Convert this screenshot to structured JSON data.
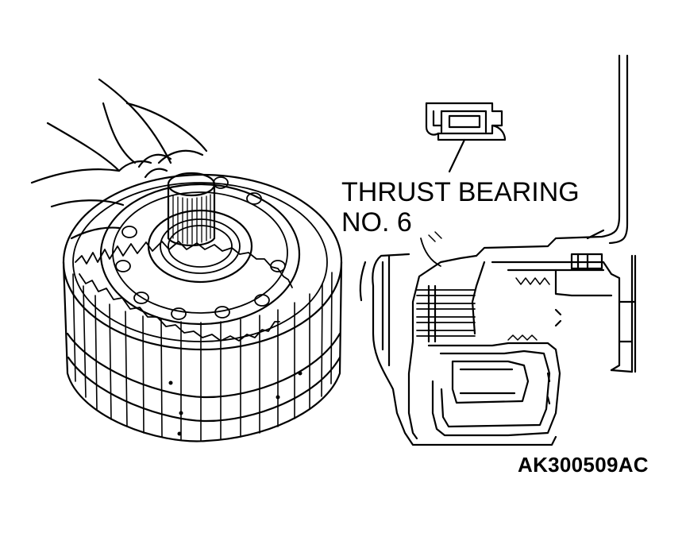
{
  "callout": {
    "line1": "THRUST BEARING",
    "line2": "NO. 6"
  },
  "figure_code": "AK300509AC",
  "colors": {
    "line": "#000000",
    "background": "#ffffff"
  }
}
